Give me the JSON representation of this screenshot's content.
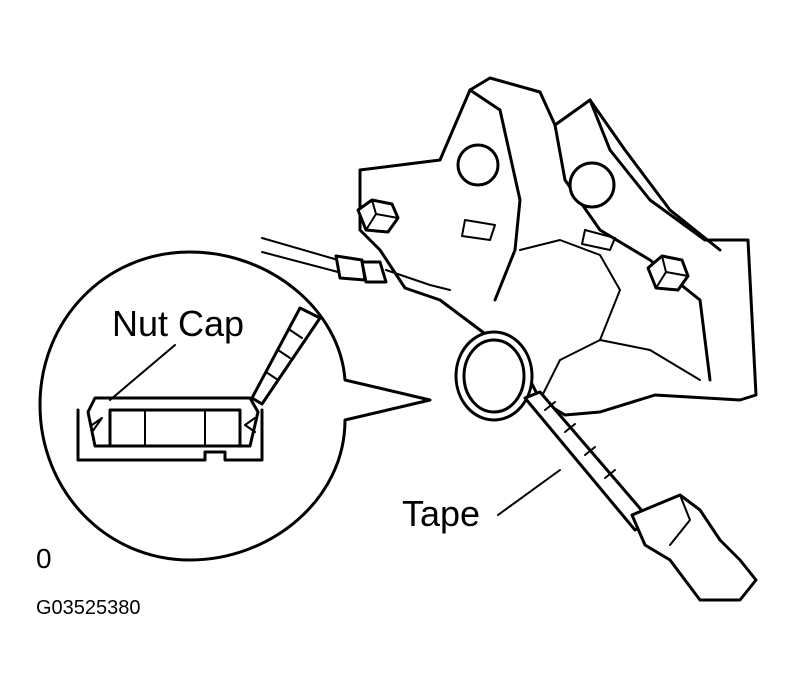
{
  "labels": {
    "nut_cap": "Nut Cap",
    "tape": "Tape",
    "zero": "0",
    "figure_code": "G03525380"
  },
  "icons": [
    "hood-lock-illustration",
    "magnifier-callout-circle",
    "screwdriver-icon",
    "nut-cap-icon",
    "bolt-icon"
  ],
  "colors": {
    "ink": "#000000",
    "paper": "#ffffff"
  }
}
